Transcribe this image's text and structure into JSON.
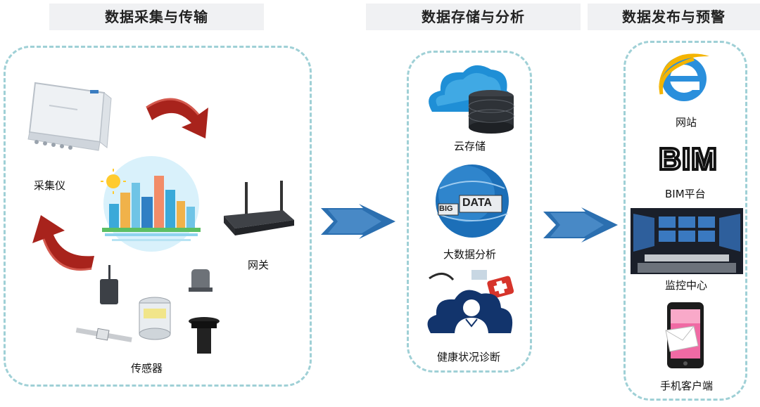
{
  "sections": {
    "collect": {
      "title": "数据采集与传输"
    },
    "storage": {
      "title": "数据存储与分析"
    },
    "publish": {
      "title": "数据发布与预警"
    }
  },
  "collect": {
    "collector_label": "采集仪",
    "gateway_label": "网关",
    "sensor_label": "传感器"
  },
  "storage": {
    "cloud_label": "云存储",
    "bigdata_label": "大数据分析",
    "bigdata_big": "BIG",
    "bigdata_data": "DATA",
    "health_label": "健康状况诊断"
  },
  "publish": {
    "website_label": "网站",
    "bim_logo": "BIM",
    "bim_label": "BIM平台",
    "monitor_label": "监控中心",
    "mobile_label": "手机客户端"
  },
  "colors": {
    "panel_border": "#9fd0d6",
    "header_bg": "#f0f1f3",
    "flow_arrow": "#2b6fb0",
    "cycle_arrow": "#a8231c"
  }
}
